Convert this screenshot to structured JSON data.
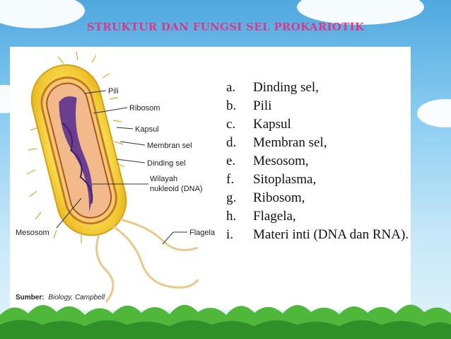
{
  "slide": {
    "title": "STRUKTUR DAN FUNGSI SEL PROKARIOTIK",
    "colors": {
      "title": "#d63a8c",
      "sky": "#8ccdf2",
      "grass": "#4fb83a"
    }
  },
  "diagram": {
    "labels": {
      "pili": "Pili",
      "ribosom": "Ribosom",
      "kapsul": "Kapsul",
      "membran": "Membran sel",
      "dinding": "Dinding sel",
      "wilayah1": "Wilayah",
      "wilayah2": "nukleoid (DNA)",
      "mesosom": "Mesosom",
      "flagela": "Flagela"
    },
    "source_prefix": "Sumber:",
    "source_text": "Biology, Campbell"
  },
  "list": [
    {
      "marker": "a.",
      "text": "Dinding sel,"
    },
    {
      "marker": "b.",
      "text": "Pili"
    },
    {
      "marker": "c.",
      "text": "Kapsul"
    },
    {
      "marker": "d.",
      "text": "Membran sel,"
    },
    {
      "marker": "e.",
      "text": "Mesosom,"
    },
    {
      "marker": "f.",
      "text": "Sitoplasma,"
    },
    {
      "marker": "g.",
      "text": "Ribosom,"
    },
    {
      "marker": "h.",
      "text": "Flagela,"
    },
    {
      "marker": "i.",
      "text": "Materi inti (DNA dan RNA)."
    }
  ]
}
